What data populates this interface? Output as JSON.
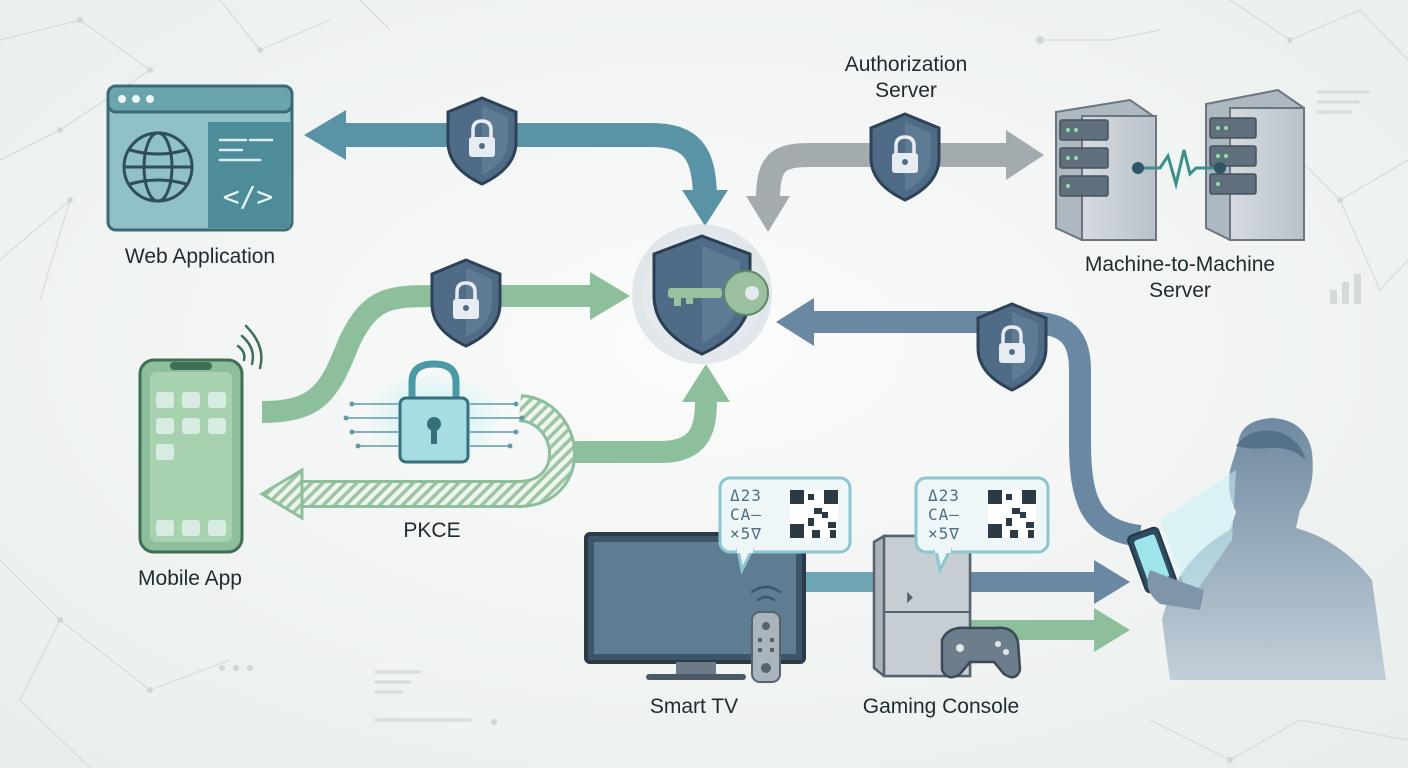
{
  "labels": {
    "auth_server_line1": "Authorization",
    "auth_server_line2": "Server",
    "web_app": "Web Application",
    "m2m_line1": "Machine-to-Machine",
    "m2m_line2": "Server",
    "mobile_app": "Mobile App",
    "pkce": "PKCE",
    "smart_tv": "Smart TV",
    "gaming_console": "Gaming Console"
  },
  "device_code": {
    "tv_code_rows": [
      "Δ23",
      "CA–",
      "×5∇"
    ],
    "console_code_rows": [
      "Δ23",
      "CA–",
      "×5∇"
    ]
  },
  "colors": {
    "teal_flow": "#5b93a6",
    "green_flow": "#8dbf9c",
    "gray_flow": "#a3abae",
    "slate_flow": "#6b88a3",
    "shield": "#4f6b85",
    "background": "#f3f5f3"
  }
}
